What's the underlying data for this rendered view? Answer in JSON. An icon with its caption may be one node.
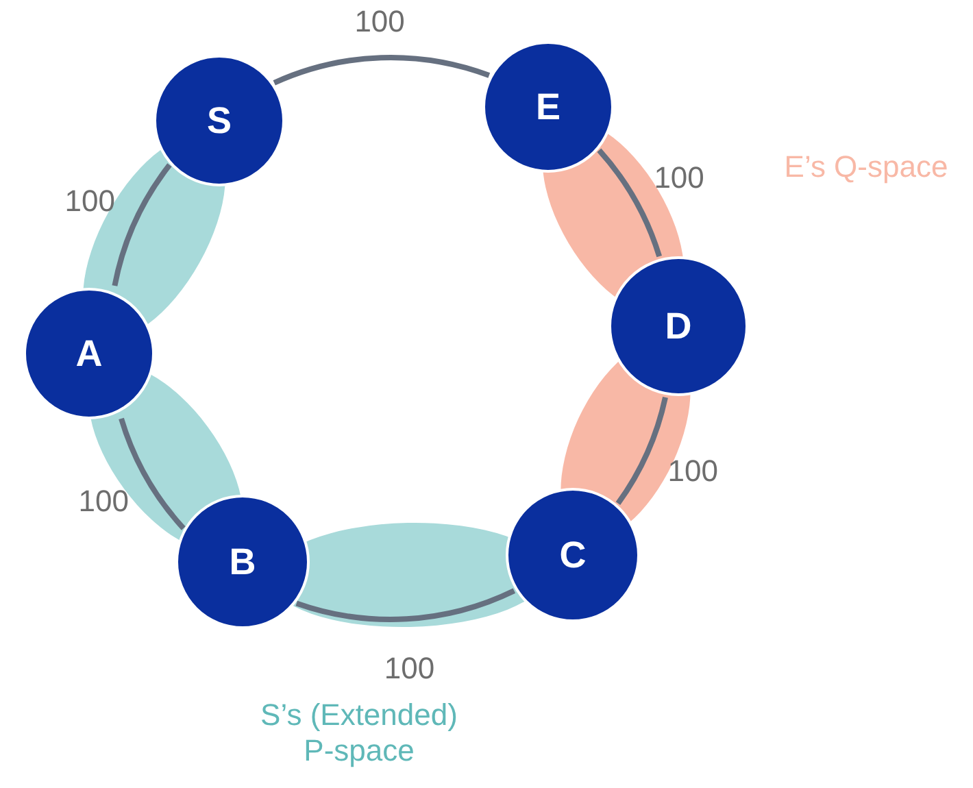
{
  "diagram": {
    "nodes": [
      {
        "text": [
          "S"
        ]
      },
      {
        "text": [
          "E"
        ]
      },
      {
        "text": [
          "D"
        ]
      },
      {
        "text": [
          "C"
        ]
      },
      {
        "text": [
          "B"
        ]
      },
      {
        "text": [
          "A"
        ]
      }
    ],
    "edges": [
      {
        "from": 0,
        "to": 1,
        "arrow": "none",
        "label": "100"
      },
      {
        "from": 0,
        "to": 5,
        "arrow": "none",
        "label": "100"
      },
      {
        "from": 5,
        "to": 4,
        "arrow": "none",
        "label": "100"
      },
      {
        "from": 4,
        "to": 3,
        "arrow": "none",
        "label": "100"
      },
      {
        "from": 3,
        "to": 2,
        "arrow": "none",
        "label": "100"
      },
      {
        "from": 2,
        "to": 1,
        "arrow": "none",
        "label": "100"
      }
    ],
    "labels": [
      "E’s Q-space",
      "S’s (Extended) P-space"
    ]
  }
}
